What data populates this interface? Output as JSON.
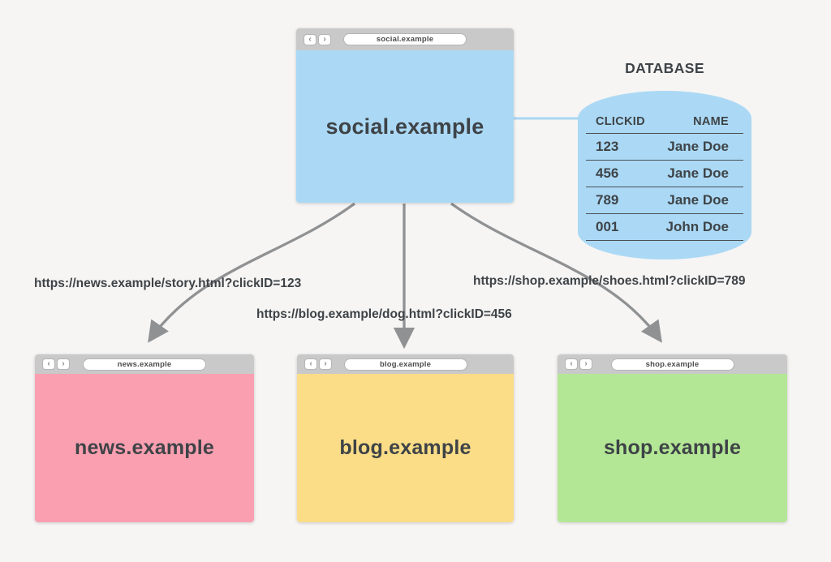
{
  "chrome": {
    "back_glyph": "‹",
    "forward_glyph": "›"
  },
  "colors": {
    "background": "#f6f5f4",
    "toolbar_gray": "#c9c9c9",
    "arrow_gray": "#8f9193",
    "connector_blue": "#a9d6f2",
    "social_blue": "#abd9f5",
    "news_pink": "#f99fb0",
    "blog_yellow": "#fbdd87",
    "shop_green": "#b4e795",
    "text_dark": "#3e4347"
  },
  "windows": {
    "social": {
      "address": "social.example",
      "label": "social.example",
      "color": "#abd9f5"
    },
    "news": {
      "address": "news.example",
      "label": "news.example",
      "color": "#f99fb0"
    },
    "blog": {
      "address": "blog.example",
      "label": "blog.example",
      "color": "#fbdd87"
    },
    "shop": {
      "address": "shop.example",
      "label": "shop.example",
      "color": "#b4e795"
    }
  },
  "database": {
    "title": "DATABASE",
    "columns": [
      "CLICKID",
      "NAME"
    ],
    "rows": [
      [
        "123",
        "Jane Doe"
      ],
      [
        "456",
        "Jane Doe"
      ],
      [
        "789",
        "Jane Doe"
      ],
      [
        "001",
        "John Doe"
      ]
    ],
    "color": "#abd9f5"
  },
  "urls": {
    "news": "https://news.example/story.html?clickID=123",
    "blog": "https://blog.example/dog.html?clickID=456",
    "shop": "https://shop.example/shoes.html?clickID=789"
  }
}
